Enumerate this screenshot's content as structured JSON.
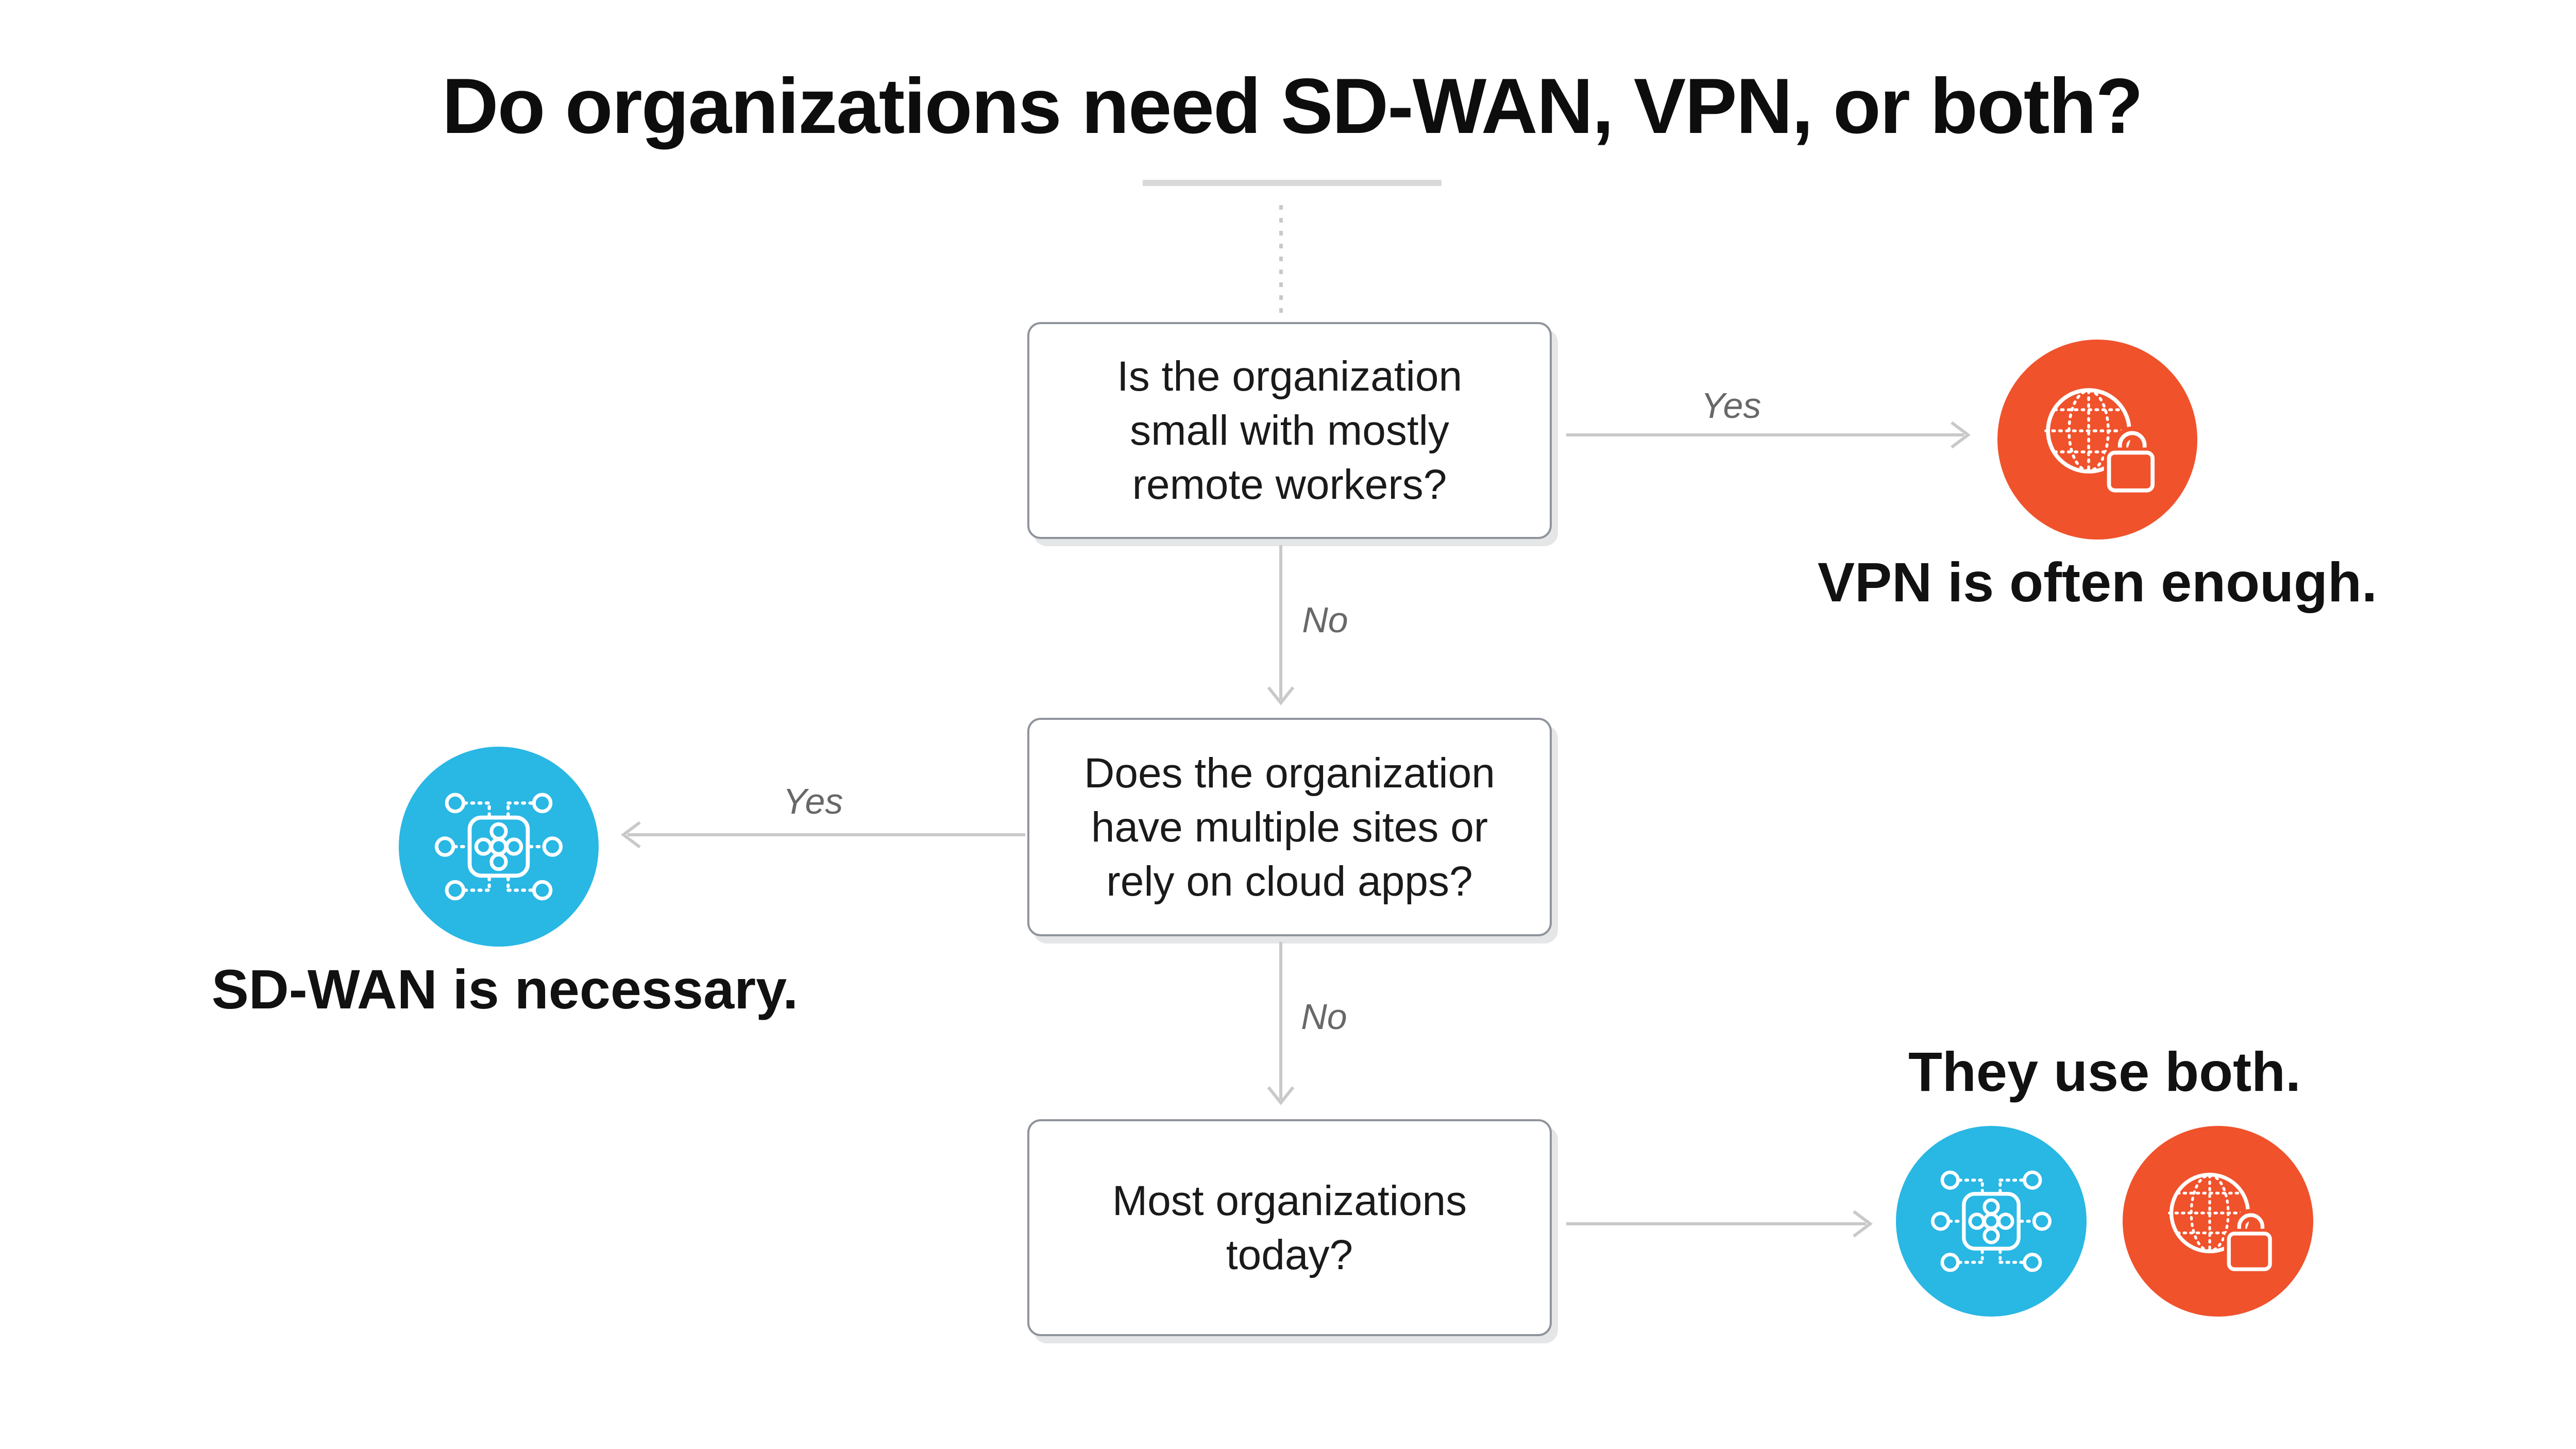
{
  "title": "Do organizations need SD-WAN, VPN, or both?",
  "flowchart": {
    "questions": {
      "q1": {
        "text": "Is the organization\nsmall with mostly\nremote workers?"
      },
      "q2": {
        "text": "Does the organization\nhave multiple sites or\nrely on cloud apps?"
      },
      "q3": {
        "text": "Most organizations\ntoday?"
      }
    },
    "edges": {
      "q1_yes": {
        "label": "Yes"
      },
      "q1_no": {
        "label": "No"
      },
      "q2_yes": {
        "label": "Yes"
      },
      "q2_no": {
        "label": "No"
      },
      "q3_out": {
        "label": ""
      }
    },
    "results": {
      "vpn": {
        "label": "VPN is often enough.",
        "icon": "globe-lock-icon",
        "circle_color": "#f0522c"
      },
      "sdwan": {
        "label": "SD-WAN is necessary.",
        "icon": "network-nodes-icon",
        "circle_color": "#29b7e4"
      },
      "both": {
        "label": "They use both.",
        "icons": [
          "network-nodes-icon",
          "globe-lock-icon"
        ],
        "circle_colors": [
          "#29b7e4",
          "#f0522c"
        ]
      }
    }
  },
  "colors": {
    "orange": "#f0522c",
    "cyan": "#29b7e4",
    "arrow_gray": "#c9c9c9",
    "box_border_gray": "#8f949b",
    "box_shadow_gray": "#e4e6e8",
    "edge_label_gray": "#686868",
    "top_bar_gray": "#d9d9d9",
    "text_black": "#1a1a1a",
    "background": "#ffffff"
  }
}
